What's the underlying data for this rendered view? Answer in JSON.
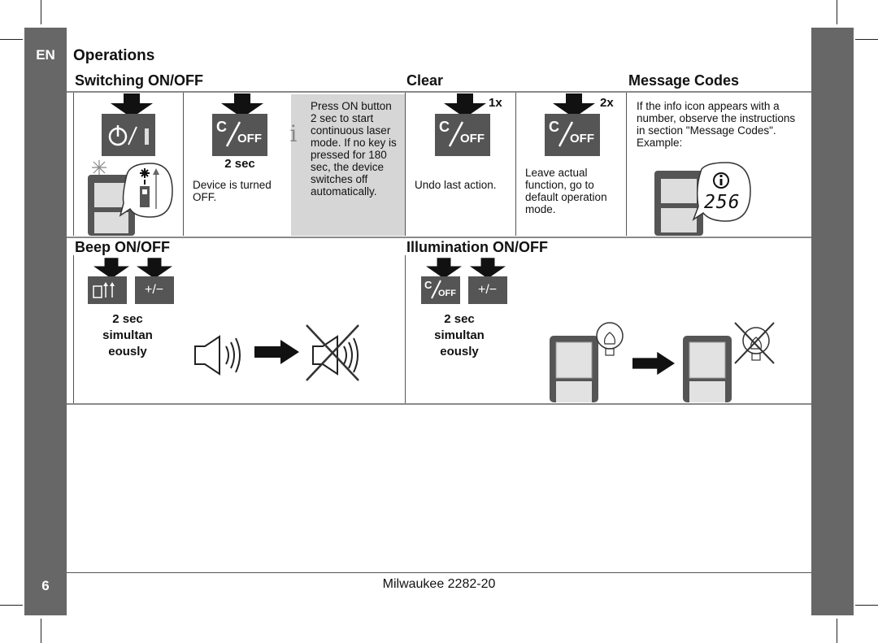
{
  "lang": "EN",
  "title": "Operations",
  "sections": {
    "switching": "Switching ON/OFF",
    "clear": "Clear",
    "message_codes": "Message Codes",
    "beep": "Beep ON/OFF",
    "illumination": "Illumination ON/OFF"
  },
  "switching": {
    "sec_label": "2 sec",
    "device_off": "Device is turned OFF.",
    "info_note": "Press ON button 2 sec to start continuous laser mode. If no key is pressed for 180 sec, the device switches off automatically."
  },
  "clear": {
    "count_1x": "1x",
    "count_2x": "2x",
    "undo": "Undo last action.",
    "leave": "Leave actual function, go to default operation mode."
  },
  "message": {
    "text": "If the info icon appears with a number, observe the instructions in section \"Message Codes\".",
    "example": "Example:",
    "code": "256"
  },
  "beep": {
    "sec": "2 sec",
    "simul": "simultaneously"
  },
  "illum": {
    "sec": "2 sec",
    "simul": "simultaneously"
  },
  "keys": {
    "off_label": "OFF",
    "c_label": "C",
    "plus_minus": "+/−"
  },
  "footer": {
    "page": "6",
    "product": "Milwaukee 2282-20"
  }
}
